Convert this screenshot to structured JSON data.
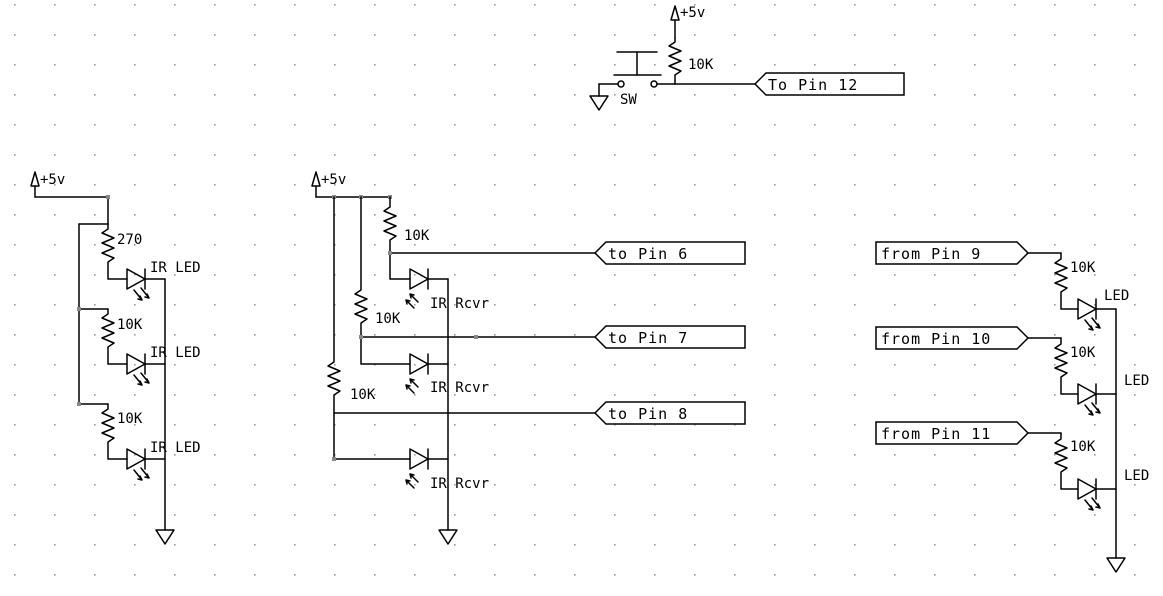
{
  "supply_label": "+5v",
  "switch": {
    "label": "SW",
    "pullup": "10K",
    "output": "To Pin 12"
  },
  "ir_emitter_stage": {
    "resistors": [
      "270",
      "10K",
      "10K"
    ],
    "leds": [
      "IR LED",
      "IR LED",
      "IR LED"
    ]
  },
  "ir_receiver_stage": {
    "resistors": [
      "10K",
      "10K",
      "10K"
    ],
    "receivers": [
      "IR Rcvr",
      "IR Rcvr",
      "IR Rcvr"
    ],
    "outputs": [
      "to Pin 6",
      "to Pin 7",
      "to Pin 8"
    ]
  },
  "indicator_stage": {
    "inputs": [
      "from Pin 9",
      "from Pin 10",
      "from Pin 11"
    ],
    "resistors": [
      "10K",
      "10K",
      "10K"
    ],
    "leds": [
      "LED",
      "LED",
      "LED"
    ]
  }
}
